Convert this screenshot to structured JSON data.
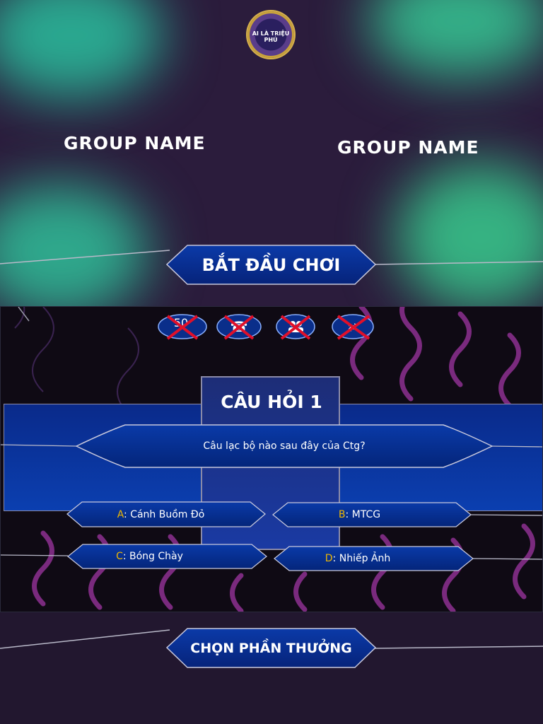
{
  "logo": {
    "text": "AI LÀ TRIỆU PHÚ"
  },
  "teams": [
    {
      "name": "GROUP NAME"
    },
    {
      "name": "GROUP NAME"
    }
  ],
  "start_button": {
    "label": "BẮT ĐẦU CHƠI"
  },
  "lifelines": [
    {
      "icon": "fifty-fifty-icon",
      "glyph": "50",
      "used": true
    },
    {
      "icon": "phone-icon",
      "glyph": "☎",
      "used": true
    },
    {
      "icon": "audience-icon",
      "glyph": "👥",
      "used": true
    },
    {
      "icon": "switch-icon",
      "glyph": "⇄",
      "used": true
    }
  ],
  "question": {
    "title": "CÂU HỎI 1",
    "text": "Câu lạc bộ nào sau đây của Ctg?"
  },
  "answers": [
    {
      "letter": "A",
      "text": "Cánh Buồm Đỏ"
    },
    {
      "letter": "B",
      "text": "MTCG"
    },
    {
      "letter": "C",
      "text": "Bóng Chày"
    },
    {
      "letter": "D",
      "text": "Nhiếp Ảnh"
    }
  ],
  "prize_button": {
    "label": "CHỌN PHẦN THƯỞNG"
  },
  "colors": {
    "accent": "#f0b800",
    "button": "#0a2e8a",
    "used_cross": "#e0102a"
  }
}
